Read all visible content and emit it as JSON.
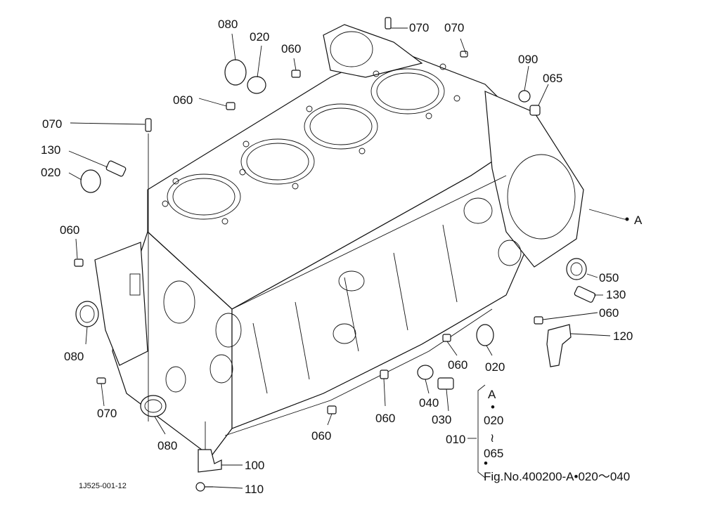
{
  "drawing_id": "1J525-001-12",
  "part_labels": {
    "p080a": "080",
    "p020a": "020",
    "p060a": "060",
    "p070a": "070",
    "p070b": "070",
    "p090": "090",
    "p065": "065",
    "p060b": "060",
    "p070c": "070",
    "p130a": "130",
    "p020b": "020",
    "refA": "A",
    "p060c": "060",
    "p050": "050",
    "p130b": "130",
    "p060d": "060",
    "p120": "120",
    "p080b": "080",
    "p060e": "060",
    "p020c": "020",
    "p070d": "070",
    "p040": "040",
    "p060f": "060",
    "p030": "030",
    "p060g": "060",
    "p080c": "080",
    "p010": "010",
    "p100": "100",
    "p110": "110"
  },
  "kit_note": {
    "line_a": "A",
    "dot1": "•",
    "line_from": "020",
    "tilde": "≀",
    "line_to": "065",
    "dot2": "•",
    "fig_ref": "Fig.No.400200-A•020～040"
  }
}
